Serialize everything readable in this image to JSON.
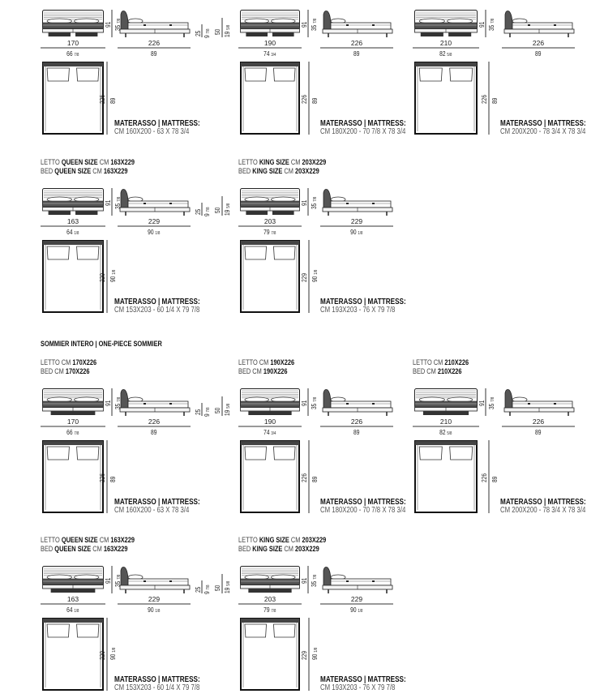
{
  "section_title": "SOMMIER INTERO | ONE-PIECE SOMMIER",
  "mattress_title": "MATERASSO | MATTRESS:",
  "blocks": [
    {
      "label": null,
      "w": "170",
      "w_in": "66",
      "w_fr": "7/8",
      "l": "226",
      "l_in": "89",
      "l_fr": "",
      "h": "91",
      "h_in": "35",
      "h_fr": "7/8",
      "side": {
        "a": "25",
        "a_in": "9",
        "a_fr": "7/8",
        "b": "50",
        "b_in": "19",
        "b_fr": "5/8"
      },
      "mattress": "CM 160X200 - 63 X 78 3/4"
    },
    {
      "label": null,
      "w": "190",
      "w_in": "74",
      "w_fr": "3/4",
      "l": "226",
      "l_in": "89",
      "l_fr": "",
      "h": "91",
      "h_in": "35",
      "h_fr": "7/8",
      "side": null,
      "mattress": "CM 180X200 - 70 7/8 X 78 3/4"
    },
    {
      "label": null,
      "w": "210",
      "w_in": "82",
      "w_fr": "5/8",
      "l": "226",
      "l_in": "89",
      "l_fr": "",
      "h": "91",
      "h_in": "35",
      "h_fr": "7/8",
      "side": null,
      "mattress": "CM 200X200 - 78 3/4 X 78 3/4"
    },
    {
      "label": {
        "it": [
          {
            "t": "LETTO ",
            "b": false
          },
          {
            "t": "QUEEN SIZE",
            "b": true
          },
          {
            "t": " CM ",
            "b": false
          },
          {
            "t": "163X229",
            "b": true
          }
        ],
        "en": [
          {
            "t": "BED ",
            "b": false
          },
          {
            "t": "QUEEN SIZE",
            "b": true
          },
          {
            "t": " CM ",
            "b": false
          },
          {
            "t": "163X229",
            "b": true
          }
        ]
      },
      "w": "163",
      "w_in": "64",
      "w_fr": "1/8",
      "l": "229",
      "l_in": "90",
      "l_fr": "1/8",
      "h": "91",
      "h_in": "35",
      "h_fr": "7/8",
      "side": {
        "a": "25",
        "a_in": "9",
        "a_fr": "7/8",
        "b": "50",
        "b_in": "19",
        "b_fr": "5/8"
      },
      "mattress": "CM 153X203 - 60 1/4 X 79 7/8"
    },
    {
      "label": {
        "it": [
          {
            "t": "LETTO ",
            "b": false
          },
          {
            "t": "KING SIZE",
            "b": true
          },
          {
            "t": " CM ",
            "b": false
          },
          {
            "t": "203X229",
            "b": true
          }
        ],
        "en": [
          {
            "t": "BED ",
            "b": false
          },
          {
            "t": "KING SIZE",
            "b": true
          },
          {
            "t": " CM ",
            "b": false
          },
          {
            "t": "203X229",
            "b": true
          }
        ]
      },
      "w": "203",
      "w_in": "79",
      "w_fr": "7/8",
      "l": "229",
      "l_in": "90",
      "l_fr": "1/8",
      "h": "91",
      "h_in": "35",
      "h_fr": "7/8",
      "side": null,
      "mattress": "CM 193X203 - 76 X 79 7/8"
    },
    {
      "label": {
        "it": [
          {
            "t": "LETTO CM ",
            "b": false
          },
          {
            "t": "170X226",
            "b": true
          }
        ],
        "en": [
          {
            "t": "BED CM ",
            "b": false
          },
          {
            "t": "170X226",
            "b": true
          }
        ]
      },
      "w": "170",
      "w_in": "66",
      "w_fr": "7/8",
      "l": "226",
      "l_in": "89",
      "l_fr": "",
      "h": "91",
      "h_in": "35",
      "h_fr": "7/8",
      "side": {
        "a": "25",
        "a_in": "9",
        "a_fr": "7/8",
        "b": "50",
        "b_in": "19",
        "b_fr": "5/8"
      },
      "mattress": "CM 160X200 - 63 X 78 3/4"
    },
    {
      "label": {
        "it": [
          {
            "t": "LETTO CM ",
            "b": false
          },
          {
            "t": "190X226",
            "b": true
          }
        ],
        "en": [
          {
            "t": "BED CM ",
            "b": false
          },
          {
            "t": "190X226",
            "b": true
          }
        ]
      },
      "w": "190",
      "w_in": "74",
      "w_fr": "3/4",
      "l": "226",
      "l_in": "89",
      "l_fr": "",
      "h": "91",
      "h_in": "35",
      "h_fr": "7/8",
      "side": null,
      "mattress": "CM 180X200 - 70 7/8 X 78 3/4"
    },
    {
      "label": {
        "it": [
          {
            "t": "LETTO CM ",
            "b": false
          },
          {
            "t": "210X226",
            "b": true
          }
        ],
        "en": [
          {
            "t": "BED CM ",
            "b": false
          },
          {
            "t": "210X226",
            "b": true
          }
        ]
      },
      "w": "210",
      "w_in": "82",
      "w_fr": "5/8",
      "l": "226",
      "l_in": "89",
      "l_fr": "",
      "h": "91",
      "h_in": "35",
      "h_fr": "7/8",
      "side": null,
      "mattress": "CM 200X200 - 78 3/4 X 78 3/4"
    },
    {
      "label": {
        "it": [
          {
            "t": "LETTO ",
            "b": false
          },
          {
            "t": "QUEEN SIZE",
            "b": true
          },
          {
            "t": " CM ",
            "b": false
          },
          {
            "t": "163X229",
            "b": true
          }
        ],
        "en": [
          {
            "t": "BED ",
            "b": false
          },
          {
            "t": "QUEEN SIZE",
            "b": true
          },
          {
            "t": " CM ",
            "b": false
          },
          {
            "t": "163X229",
            "b": true
          }
        ]
      },
      "w": "163",
      "w_in": "64",
      "w_fr": "1/8",
      "l": "229",
      "l_in": "90",
      "l_fr": "1/8",
      "h": "91",
      "h_in": "35",
      "h_fr": "7/8",
      "side": {
        "a": "25",
        "a_in": "9",
        "a_fr": "7/8",
        "b": "50",
        "b_in": "19",
        "b_fr": "5/8"
      },
      "mattress": "CM 153X203 - 60 1/4 X 79 7/8"
    },
    {
      "label": {
        "it": [
          {
            "t": "LETTO ",
            "b": false
          },
          {
            "t": "KING SIZE",
            "b": true
          },
          {
            "t": " CM ",
            "b": false
          },
          {
            "t": "203X229",
            "b": true
          }
        ],
        "en": [
          {
            "t": "BED ",
            "b": false
          },
          {
            "t": "KING SIZE",
            "b": true
          },
          {
            "t": " CM ",
            "b": false
          },
          {
            "t": "203X229",
            "b": true
          }
        ]
      },
      "w": "203",
      "w_in": "79",
      "w_fr": "7/8",
      "l": "229",
      "l_in": "90",
      "l_fr": "1/8",
      "h": "91",
      "h_in": "35",
      "h_fr": "7/8",
      "side": null,
      "mattress": "CM 193X203 - 76 X 79 7/8"
    }
  ]
}
